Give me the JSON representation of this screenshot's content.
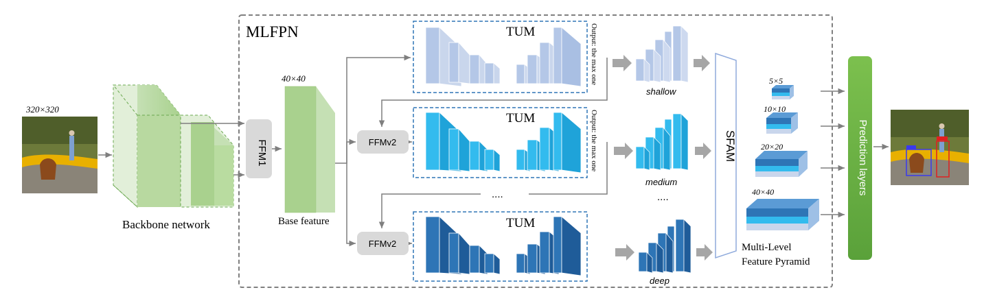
{
  "title": "MLFPN",
  "input_size": "320×320",
  "backbone_label": "Backbone network",
  "ffm1_label": "FFM1",
  "base_feature_size": "40×40",
  "base_feature_label": "Base feature",
  "ffmv2_label": "FFMv2",
  "tum_label": "TUM",
  "tum_output_note": "Output: the max one",
  "ellipsis": "....",
  "level_labels": [
    "shallow",
    "medium",
    "deep"
  ],
  "sfam_label": "SFAM",
  "pyramid_sizes": [
    "5×5",
    "10×10",
    "20×20",
    "40×40"
  ],
  "pyramid_caption_line1": "Multi-Level",
  "pyramid_caption_line2": "Feature Pyramid",
  "prediction_label": "Prediction layers",
  "colors": {
    "backbone_green": "#a8d08d",
    "prediction_green": "#70ad47",
    "shallow_blue": "#b4c7e7",
    "medium_blue": "#33bbee",
    "deep_blue": "#2e75b6",
    "dash_gray": "#7f7f7f",
    "module_gray": "#d9d9d9"
  }
}
